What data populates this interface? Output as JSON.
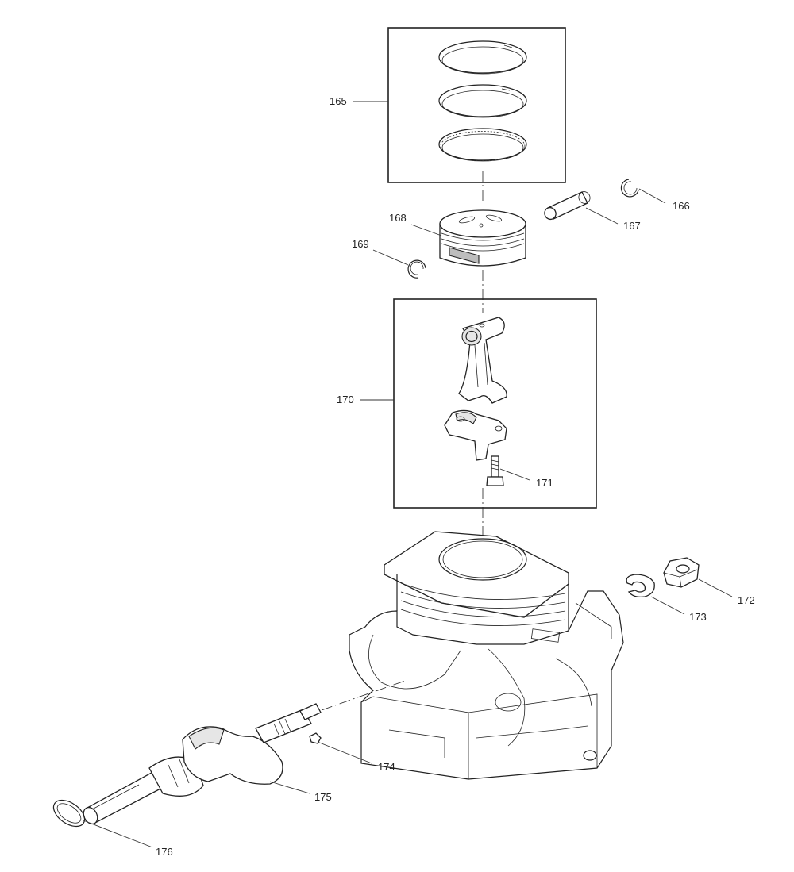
{
  "parts": [
    {
      "id": "165",
      "label": "165"
    },
    {
      "id": "166",
      "label": "166"
    },
    {
      "id": "167",
      "label": "167"
    },
    {
      "id": "168",
      "label": "168"
    },
    {
      "id": "169",
      "label": "169"
    },
    {
      "id": "170",
      "label": "170"
    },
    {
      "id": "171",
      "label": "171"
    },
    {
      "id": "172",
      "label": "172"
    },
    {
      "id": "173",
      "label": "173"
    },
    {
      "id": "174",
      "label": "174"
    },
    {
      "id": "175",
      "label": "175"
    },
    {
      "id": "176",
      "label": "176"
    }
  ]
}
